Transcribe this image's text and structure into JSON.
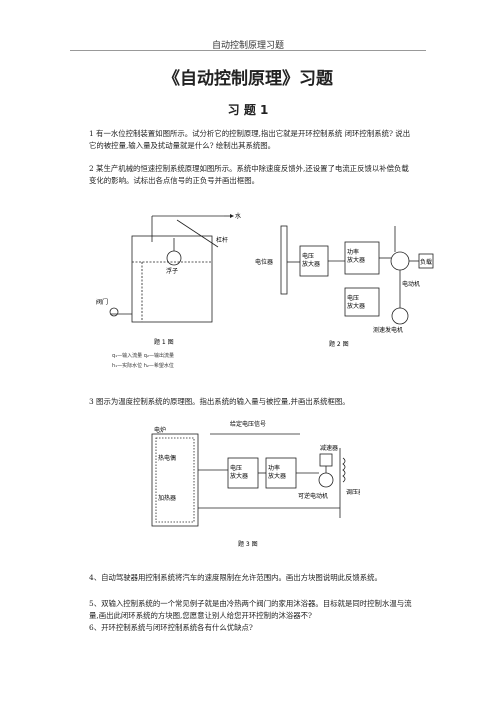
{
  "header": "自动控制原理习题",
  "title": "《自动控制原理》习题",
  "subtitle": "习 题 1",
  "q1": "1 有一水位控制装置如图所示。试分析它的控制原理,指出它就是开环控制系统 闭环控制系统? 说出它的被控量,输入量及扰动量就是什么? 绘制出其系统图。",
  "q2": "2 某生产机械的恒速控制系统原理如图所示。系统中除速度反馈外,还设置了电流正反馈以补偿负载变化的影响。试标出各点信号的正负号并画出框图。",
  "q3": "3 图示为温度控制系统的原理图。指出系统的输入量与被控量,并画出系统框图。",
  "q4": "4、自动驾驶器用控制系统将汽车的速度限制在允许范围内。画出方块图说明此反馈系统。",
  "q5": "5、双输入控制系统的一个常见例子就是由冷热两个阀门的家用沐浴器。目标就是同时控制水温与流量,画出此闭环系统的方块图,您愿意让别人给您开环控制的沐浴器不?",
  "q6": "6、开环控制系统与闭环控制系统各有什么优缺点?",
  "fig1": {
    "caption": "题 1 图",
    "labels": {
      "water": "水",
      "lever": "杠杆",
      "float": "浮子",
      "valve": "阀门"
    },
    "legend1": "q₁—输入流量    q₂—输出流量",
    "legend2": "h₁—实际水位    h₂—希望水位"
  },
  "fig2": {
    "caption": "题 2 图",
    "labels": {
      "pot": "电位器",
      "amp1": "电压\n放大器",
      "amp2": "功率\n放大器",
      "amp3": "电压\n放大器",
      "motor": "电动机",
      "load": "负载",
      "tacho": "测速发电机"
    }
  },
  "fig3": {
    "caption": "题 3 图",
    "labels": {
      "top": "给定电压信号",
      "oven": "电炉",
      "thermo": "热电偶",
      "heater": "加热器",
      "amp1": "电压\n放大器",
      "amp2": "功率\n放大器",
      "reducer": "减速器",
      "motor": "可逆电动机",
      "transformer": "调压器"
    }
  }
}
